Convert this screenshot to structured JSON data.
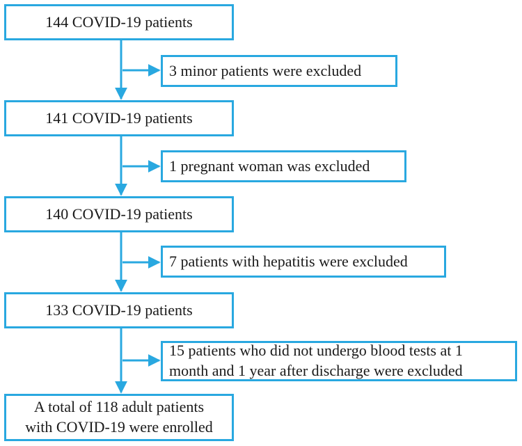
{
  "colors": {
    "accent": "#29a8e0",
    "text": "#1a1a1a",
    "background": "#ffffff"
  },
  "flow": {
    "step1": "144 COVID-19 patients",
    "excl1": "3 minor patients were excluded",
    "step2": "141 COVID-19 patients",
    "excl2": "1 pregnant woman was excluded",
    "step3": "140 COVID-19 patients",
    "excl3": "7 patients with hepatitis were excluded",
    "step4": "133 COVID-19 patients",
    "excl4_line1": "15 patients who did not undergo blood tests at 1",
    "excl4_line2": "month and 1 year after discharge were excluded",
    "final_line1": "A total of 118 adult patients",
    "final_line2": "with COVID-19 were enrolled"
  }
}
